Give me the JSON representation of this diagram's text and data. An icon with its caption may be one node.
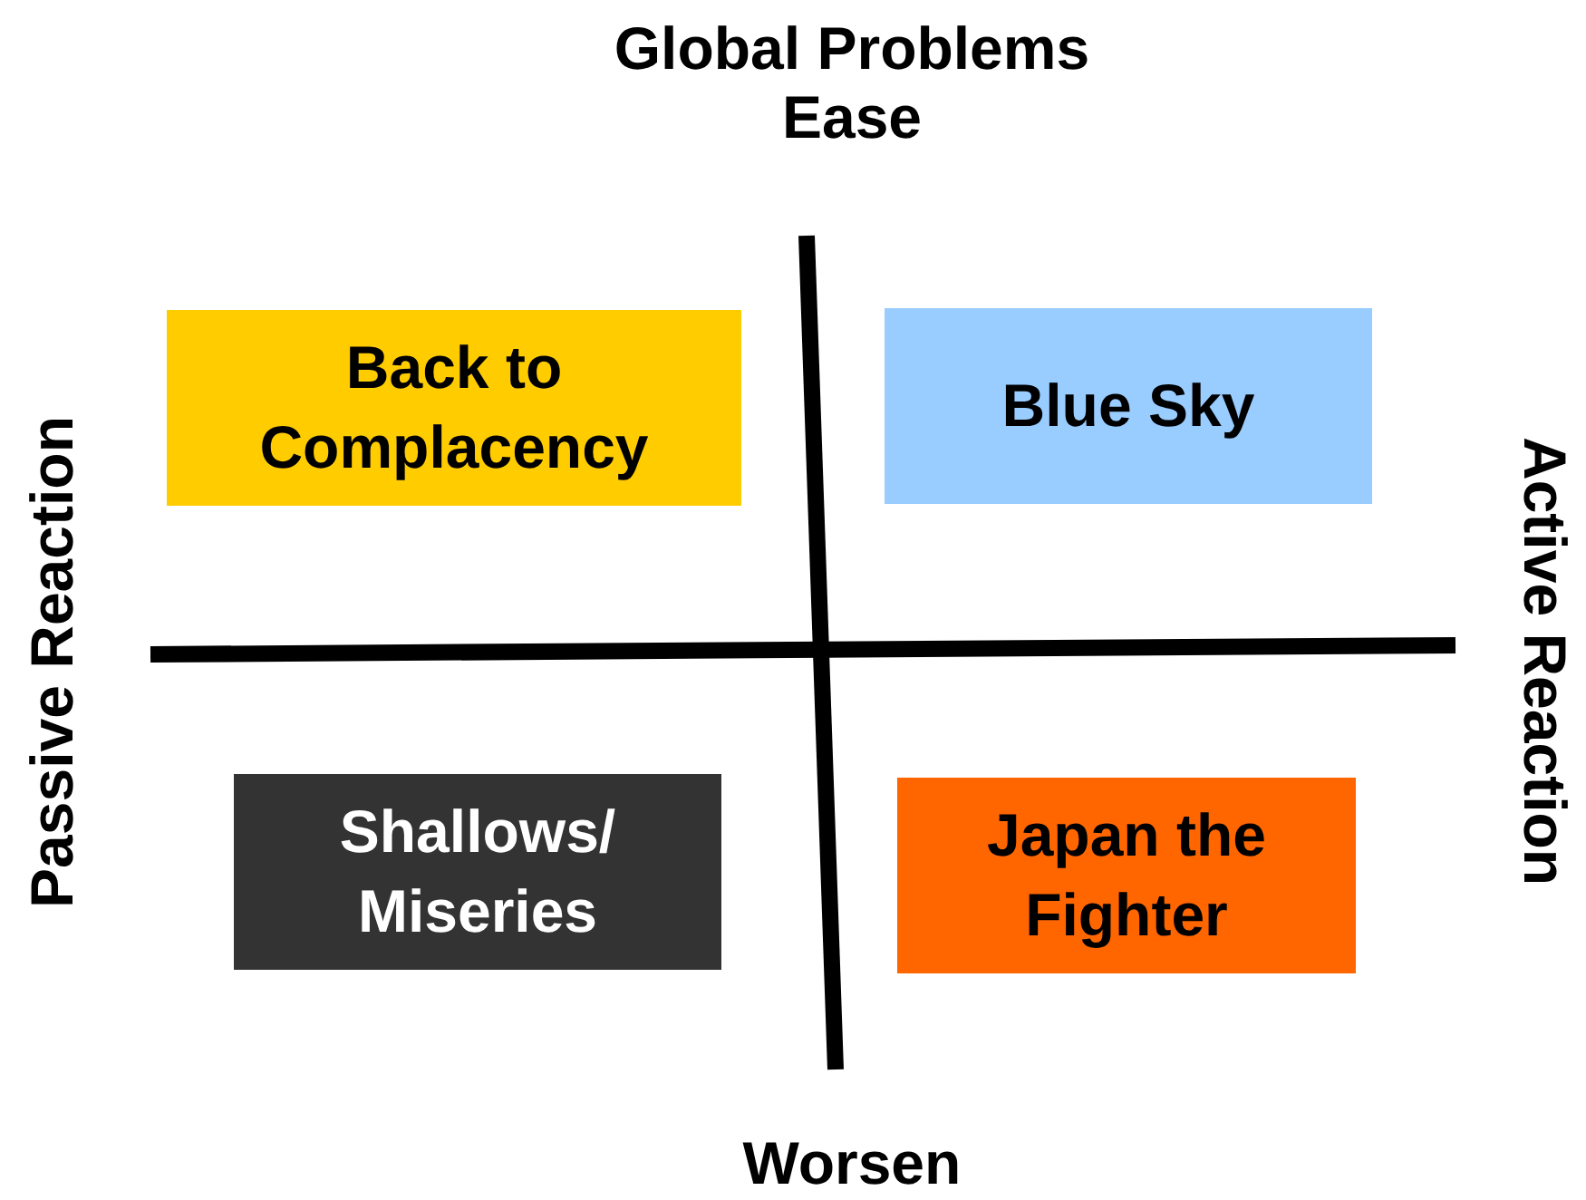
{
  "diagram": {
    "nodes": [
      {
        "text": [
          "Back to Complacency"
        ]
      },
      {
        "text": [
          "Blue Sky"
        ]
      },
      {
        "text": [
          "Shallows/ Miseries"
        ]
      },
      {
        "text": [
          "Japan the Fighter"
        ]
      }
    ],
    "labels": [
      "Global Problems Ease",
      "Passive Reaction",
      "Active Reaction",
      "Worsen"
    ]
  }
}
